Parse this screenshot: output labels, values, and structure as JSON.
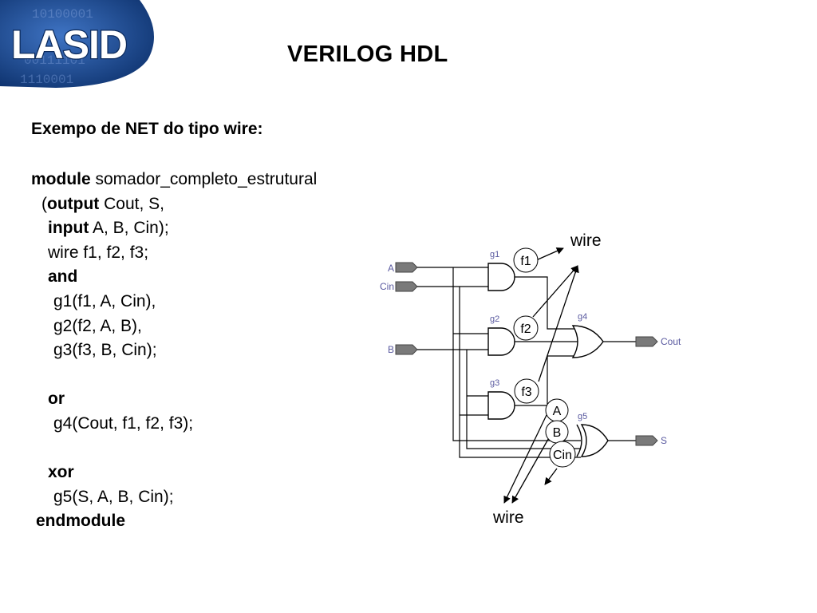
{
  "logo": {
    "text": "LASID",
    "bg_digits": [
      "10100001",
      "00111101",
      "1110001"
    ]
  },
  "title": "VERILOG HDL",
  "subtitle": "Exempo de NET do tipo wire:",
  "code": {
    "l1_kw": "module",
    "l1_rest": " somador_completo_estrutural",
    "l2_pre": "(",
    "l2_kw": "output",
    "l2_rest": " Cout, S,",
    "l3_kw": "input",
    "l3_rest": " A, B, Cin);",
    "l4": "wire f1, f2, f3;",
    "l5_kw": "and",
    "l6": "g1(f1, A, Cin),",
    "l7": "g2(f2, A, B),",
    "l8": "g3(f3, B, Cin);",
    "l10_kw": "or",
    "l11": "g4(Cout, f1, f2, f3);",
    "l13_kw": "xor",
    "l14": "g5(S, A, B, Cin);",
    "l15_kw": "endmodule"
  },
  "diagram": {
    "inputs": {
      "a": "A",
      "cin": "Cin",
      "b": "B"
    },
    "outputs": {
      "cout": "Cout",
      "s": "S"
    },
    "gates": {
      "g1": "g1",
      "g2": "g2",
      "g3": "g3",
      "g4": "g4",
      "g5": "g5"
    },
    "callouts": {
      "f1": "f1",
      "f2": "f2",
      "f3": "f3",
      "a": "A",
      "b": "B",
      "cin": "Cin"
    },
    "wire_top": "wire",
    "wire_bottom": "wire"
  },
  "colors": {
    "logo_blue": "#1d4f9c",
    "logo_dark": "#123a78",
    "schematic_label": "#5a5aa0",
    "pin_fill": "#7a7a7a"
  }
}
